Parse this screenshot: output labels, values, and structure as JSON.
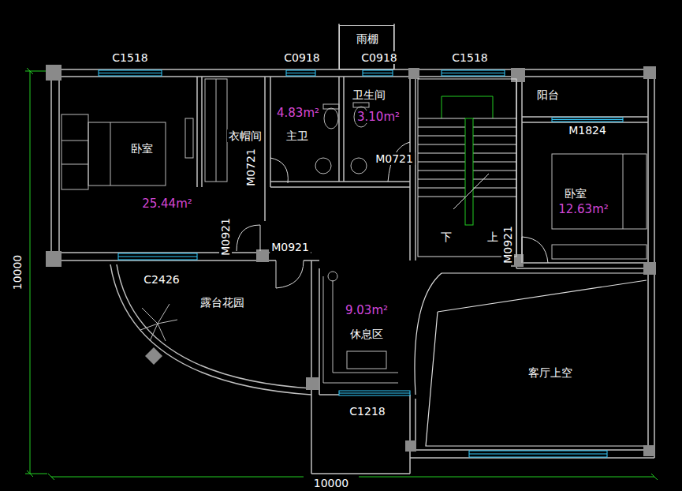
{
  "diagram": {
    "nodes": [
      {
        "text": [
          "雨棚"
        ]
      },
      {
        "text": [
          "卧室",
          "25.44m²"
        ]
      },
      {
        "text": [
          "衣帽间"
        ]
      },
      {
        "text": [
          "4.83m²",
          "主卫"
        ]
      },
      {
        "text": [
          "卫生间",
          "3.10m²"
        ]
      },
      {
        "text": [
          "阳台"
        ]
      },
      {
        "text": [
          "卧室",
          "12.63m²"
        ]
      },
      {
        "text": [
          "露台花园"
        ]
      },
      {
        "text": [
          "9.03m²",
          "休息区"
        ]
      },
      {
        "text": [
          "客厅上空"
        ]
      }
    ],
    "edges": [],
    "labels": [
      "C1518",
      "C0918",
      "C0918",
      "C1518",
      "10000",
      "M0721",
      "M0721",
      "M1824",
      "下",
      "上",
      "M0921",
      "M0921",
      "M0921",
      "C2426",
      "C1218",
      "10000"
    ]
  }
}
